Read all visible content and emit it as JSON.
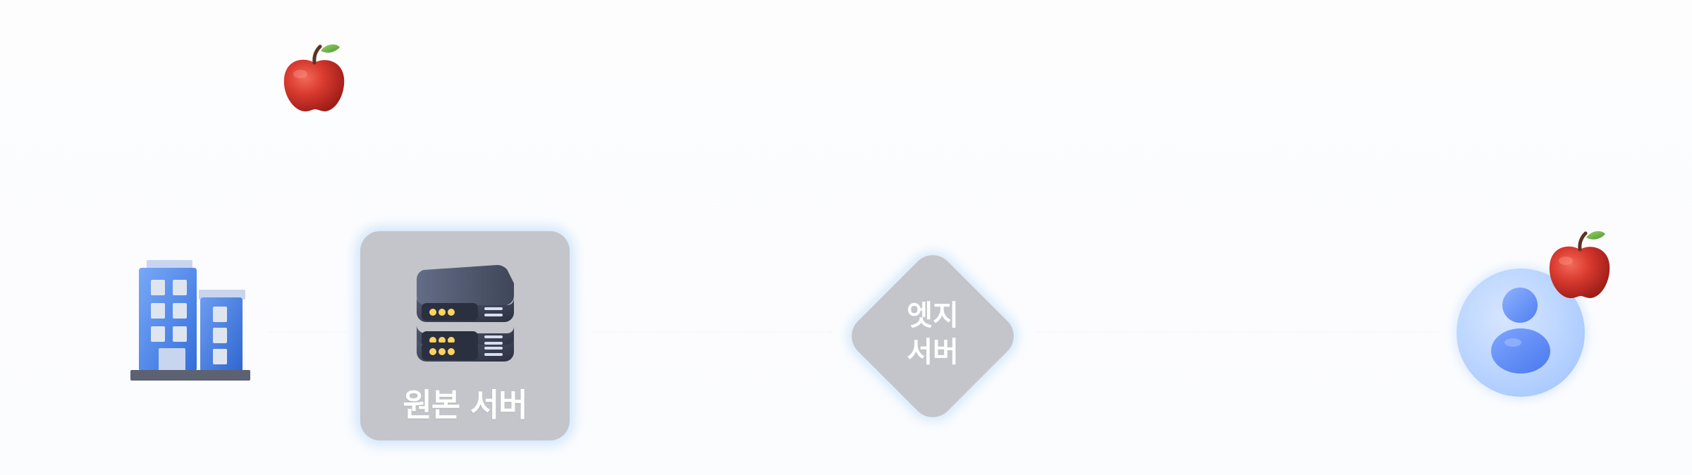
{
  "diagram": {
    "origin_server_label": "원본 서버",
    "edge_server_label_line1": "엣지",
    "edge_server_label_line2": "서버"
  },
  "colors": {
    "node_fill": "#c4c5ca",
    "node_glow": "#96c8f5",
    "building_blue": "#4f86e8",
    "user_blue": "#5d8df0",
    "apple_red": "#d93a2f",
    "leaf_green": "#6fb84a"
  },
  "icons": {
    "building": "building-icon",
    "server": "server-rack-icon",
    "user": "user-icon",
    "apple": "apple-icon"
  }
}
